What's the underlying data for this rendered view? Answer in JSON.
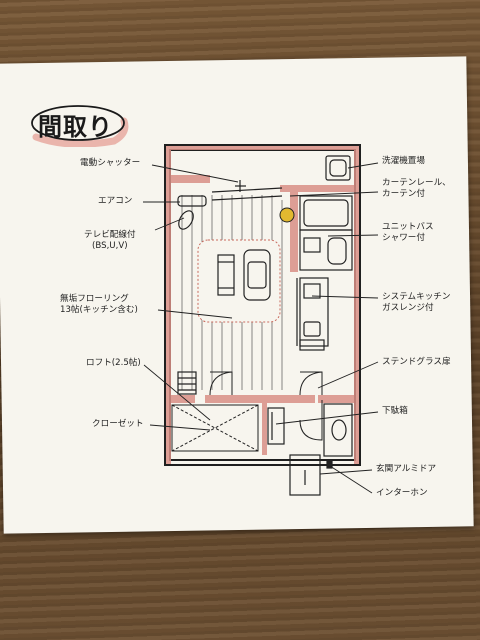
{
  "title": "間取り",
  "labels": {
    "shutter": "電動シャッター",
    "aircon": "エアコン",
    "tv_line1": "テレビ配線付",
    "tv_line2": "(BS,U,V)",
    "floor_line1": "無垢フローリング",
    "floor_line2": "13帖(キッチン含む)",
    "loft": "ロフト(2.5帖)",
    "closet": "クローゼット",
    "washer": "洗濯機置場",
    "curtain_line1": "カーテンレール、",
    "curtain_line2": "カーテン付",
    "bath_line1": "ユニットバス",
    "bath_line2": "シャワー付",
    "kitchen_line1": "システムキッチン",
    "kitchen_line2": "ガスレンジ付",
    "stained": "ステンドグラス扉",
    "shoebox": "下駄箱",
    "door": "玄関アルミドア",
    "intercom": "インターホン"
  },
  "colors": {
    "wall_pink": "#d98f86",
    "title_highlight": "#e7a9a0",
    "fixture_yellow": "#e2b930"
  }
}
